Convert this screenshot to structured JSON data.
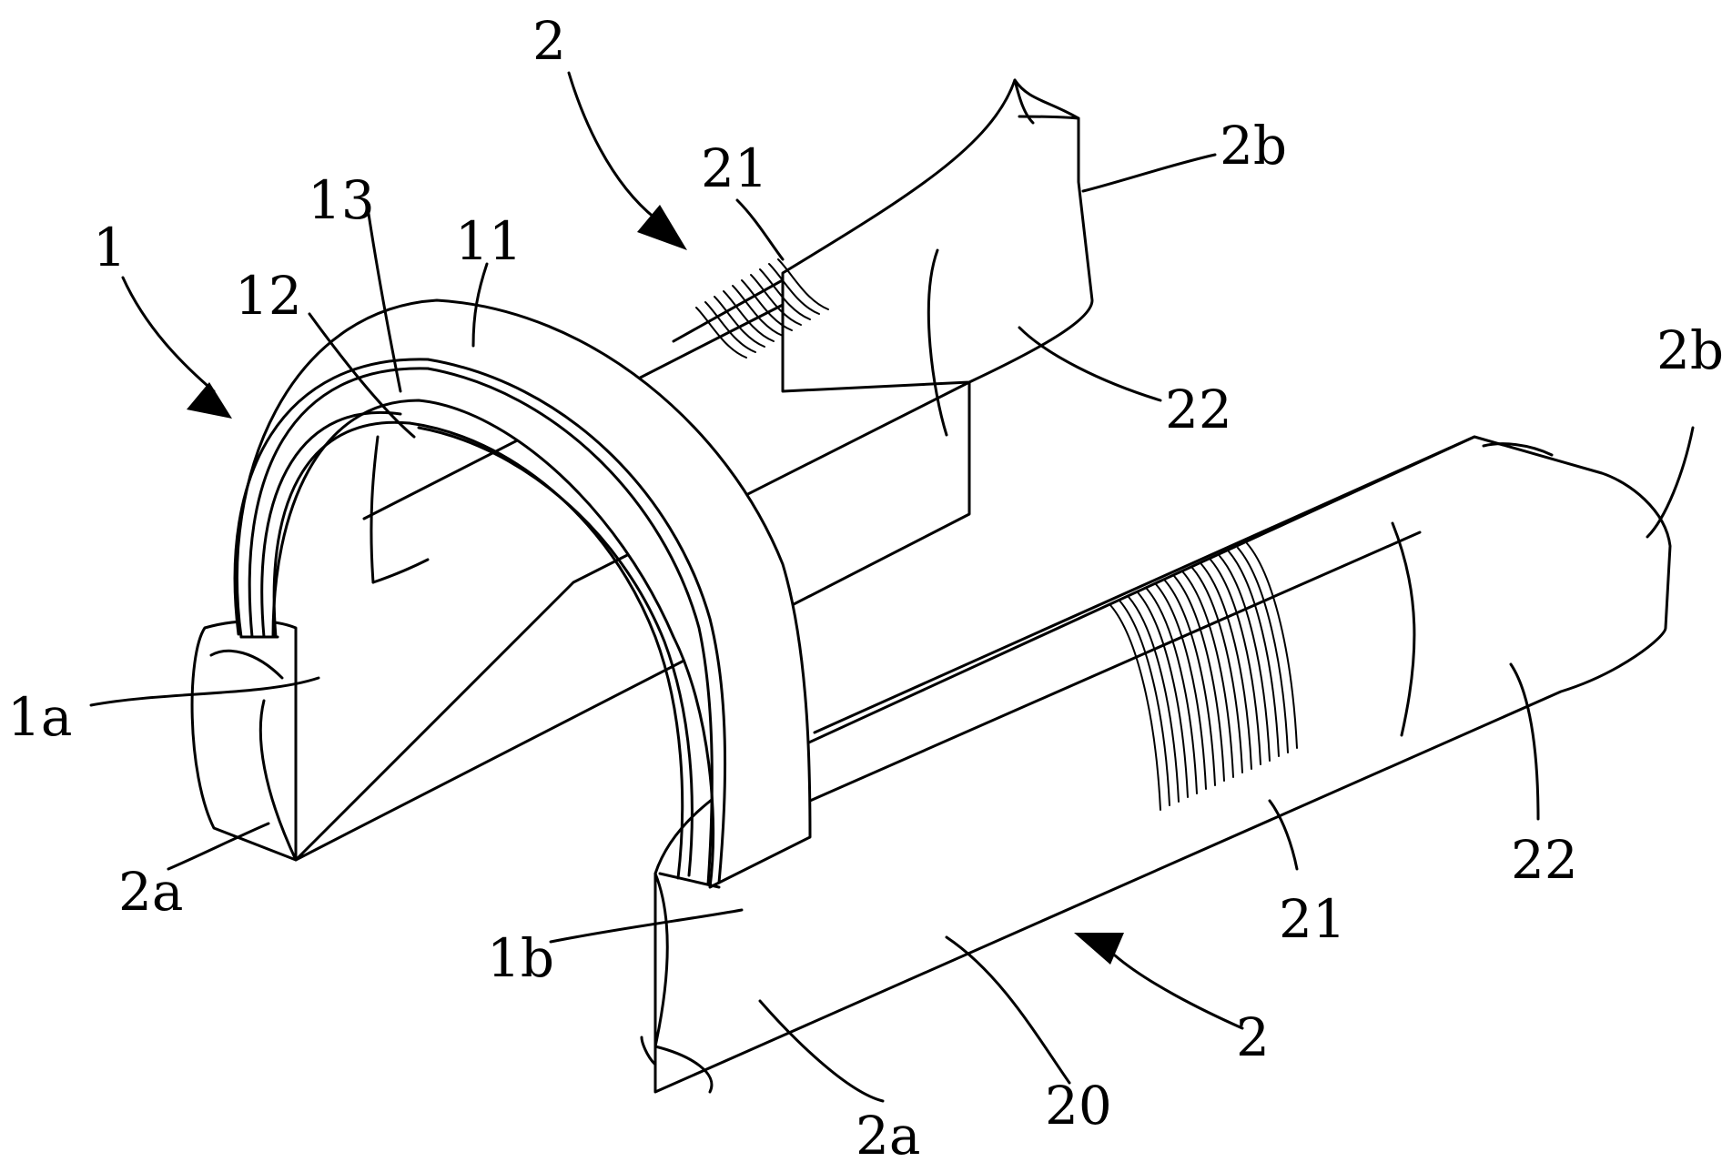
{
  "figure": {
    "labels": {
      "n1": "1",
      "n2_top": "2",
      "n2_bottom": "2",
      "n11": "11",
      "n12": "12",
      "n13": "13",
      "n21_top": "21",
      "n21_bottom": "21",
      "n22_top": "22",
      "n22_bottom": "22",
      "n2b_top": "2b",
      "n2b_right": "2b",
      "n1a": "1a",
      "n1b": "1b",
      "n2a_left": "2a",
      "n2a_bottom": "2a",
      "n20": "20"
    }
  }
}
